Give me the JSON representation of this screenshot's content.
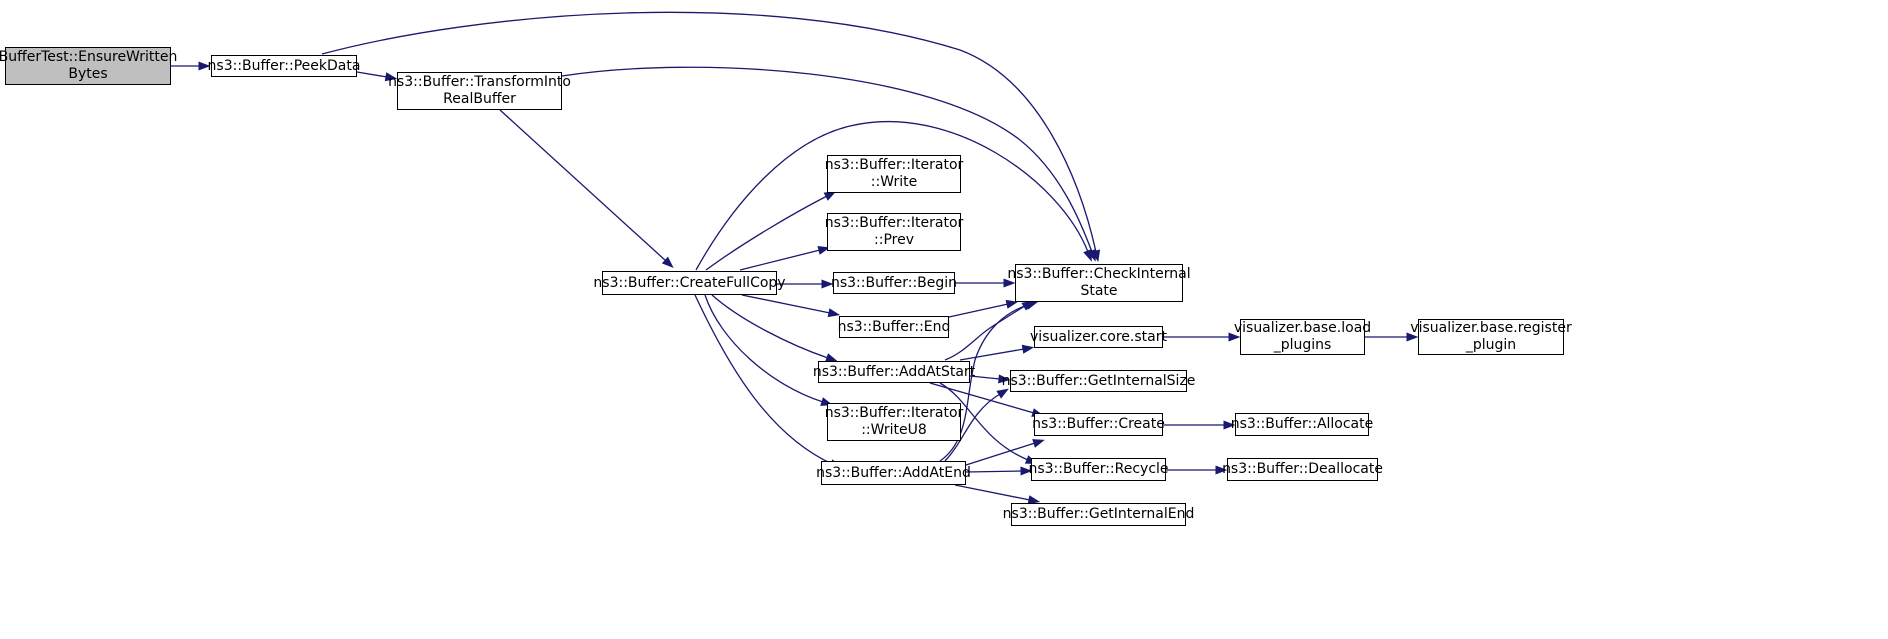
{
  "diagram": {
    "nodes": [
      {
        "id": "ensure",
        "label": "BufferTest::EnsureWritten\nBytes",
        "root": true
      },
      {
        "id": "peekdata",
        "label": "ns3::Buffer::PeekData"
      },
      {
        "id": "transform",
        "label": "ns3::Buffer::TransformInto\nRealBuffer"
      },
      {
        "id": "checkinternal",
        "label": "ns3::Buffer::CheckInternal\nState"
      },
      {
        "id": "createfullcopy",
        "label": "ns3::Buffer::CreateFullCopy"
      },
      {
        "id": "iterwrite",
        "label": "ns3::Buffer::Iterator\n::Write"
      },
      {
        "id": "iterprev",
        "label": "ns3::Buffer::Iterator\n::Prev"
      },
      {
        "id": "begin",
        "label": "ns3::Buffer::Begin"
      },
      {
        "id": "end",
        "label": "ns3::Buffer::End"
      },
      {
        "id": "addatstart",
        "label": "ns3::Buffer::AddAtStart"
      },
      {
        "id": "iterwriteu8",
        "label": "ns3::Buffer::Iterator\n::WriteU8"
      },
      {
        "id": "addatend",
        "label": "ns3::Buffer::AddAtEnd"
      },
      {
        "id": "vizcore",
        "label": "visualizer.core.start"
      },
      {
        "id": "vizload",
        "label": "visualizer.base.load\n_plugins"
      },
      {
        "id": "vizregister",
        "label": "visualizer.base.register\n_plugin"
      },
      {
        "id": "getinternalsize",
        "label": "ns3::Buffer::GetInternalSize"
      },
      {
        "id": "create",
        "label": "ns3::Buffer::Create"
      },
      {
        "id": "allocate",
        "label": "ns3::Buffer::Allocate"
      },
      {
        "id": "recycle",
        "label": "ns3::Buffer::Recycle"
      },
      {
        "id": "deallocate",
        "label": "ns3::Buffer::Deallocate"
      },
      {
        "id": "getinternalend",
        "label": "ns3::Buffer::GetInternalEnd"
      }
    ],
    "edges": [
      {
        "from": "ensure",
        "to": "peekdata"
      },
      {
        "from": "peekdata",
        "to": "checkinternal"
      },
      {
        "from": "peekdata",
        "to": "transform"
      },
      {
        "from": "transform",
        "to": "checkinternal"
      },
      {
        "from": "transform",
        "to": "createfullcopy"
      },
      {
        "from": "createfullcopy",
        "to": "checkinternal"
      },
      {
        "from": "createfullcopy",
        "to": "iterwrite"
      },
      {
        "from": "createfullcopy",
        "to": "iterprev"
      },
      {
        "from": "createfullcopy",
        "to": "begin"
      },
      {
        "from": "createfullcopy",
        "to": "end"
      },
      {
        "from": "createfullcopy",
        "to": "addatstart"
      },
      {
        "from": "createfullcopy",
        "to": "iterwriteu8"
      },
      {
        "from": "createfullcopy",
        "to": "addatend"
      },
      {
        "from": "begin",
        "to": "checkinternal"
      },
      {
        "from": "end",
        "to": "checkinternal"
      },
      {
        "from": "addatstart",
        "to": "checkinternal"
      },
      {
        "from": "addatstart",
        "to": "vizcore"
      },
      {
        "from": "addatstart",
        "to": "getinternalsize"
      },
      {
        "from": "addatstart",
        "to": "create"
      },
      {
        "from": "addatstart",
        "to": "recycle"
      },
      {
        "from": "addatend",
        "to": "checkinternal"
      },
      {
        "from": "addatend",
        "to": "getinternalsize"
      },
      {
        "from": "addatend",
        "to": "create"
      },
      {
        "from": "addatend",
        "to": "recycle"
      },
      {
        "from": "addatend",
        "to": "getinternalend"
      },
      {
        "from": "vizcore",
        "to": "vizload"
      },
      {
        "from": "vizload",
        "to": "vizregister"
      },
      {
        "from": "create",
        "to": "allocate"
      },
      {
        "from": "recycle",
        "to": "deallocate"
      }
    ]
  }
}
